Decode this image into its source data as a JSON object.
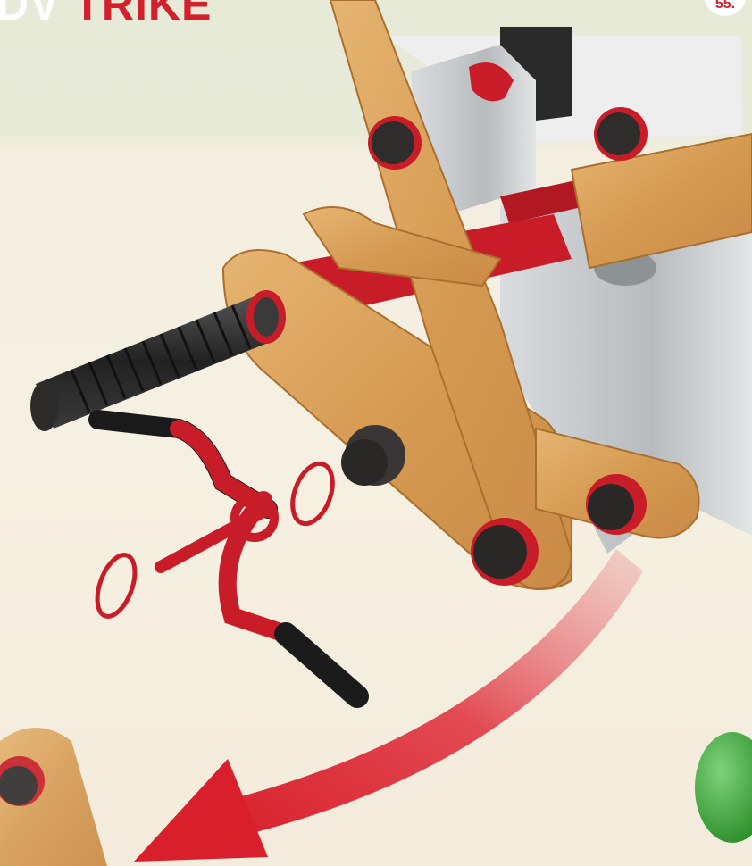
{
  "header": {
    "title_part1": "DV",
    "title_part2": "TRIKE",
    "page_number": "55."
  },
  "colors": {
    "brand_red": "#d4202c",
    "wood": "#d9a45c",
    "metal": "#b9bdbf",
    "rubber": "#2d2a2a",
    "green_button": "#3da23a"
  },
  "icons": {
    "arrow": "curved-arrow-icon",
    "button": "green-round-button"
  }
}
